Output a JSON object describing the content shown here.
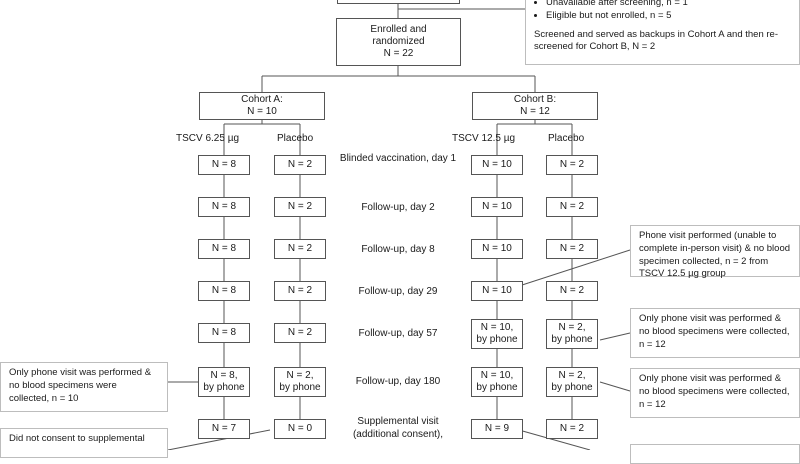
{
  "screening_exclusions": {
    "items": [
      "Unavailable after screening, n = 1",
      "Eligible but not enrolled, n = 5"
    ],
    "note": "Screened and served as backups in Cohort A and then re-screened for Cohort B, N = 2"
  },
  "enrolled": {
    "label": "Enrolled and randomized",
    "n": "N = 22"
  },
  "cohort_a": {
    "label": "Cohort A:",
    "n": "N = 10",
    "arms": {
      "active": "TSCV 6.25 µg",
      "placebo": "Placebo"
    },
    "active_counts": [
      "N = 8",
      "N = 8",
      "N = 8",
      "N = 8",
      "N = 8",
      "N = 8,",
      "N = 7"
    ],
    "placebo_counts": [
      "N = 2",
      "N = 2",
      "N = 2",
      "N = 2",
      "N = 2",
      "N = 2,",
      "N = 0"
    ],
    "by_phone": "by phone"
  },
  "cohort_b": {
    "label": "Cohort B:",
    "n": "N = 12",
    "arms": {
      "active": "TSCV 12.5 µg",
      "placebo": "Placebo"
    },
    "active_counts": [
      "N = 10",
      "N = 10",
      "N = 10",
      "N = 10",
      "N = 10,",
      "N = 10,",
      "N = 9"
    ],
    "placebo_counts": [
      "N = 2",
      "N = 2",
      "N = 2",
      "N = 2",
      "N = 2,",
      "N = 2,",
      "N = 2"
    ],
    "by_phone": "by phone"
  },
  "timepoints": [
    "Blinded vaccination, day 1",
    "Follow-up, day 2",
    "Follow-up, day 8",
    "Follow-up, day 29",
    "Follow-up, day 57",
    "Follow-up, day 180",
    "Supplemental visit (additional consent),"
  ],
  "side_notes": {
    "phone_day29_b": "Phone visit performed (unable to complete in-person visit) & no blood specimen collected, n = 2 from TSCV 12.5 µg group",
    "phone_day57_b": "Only phone visit was performed & no blood specimens were collected, n = 12",
    "phone_day180_a": "Only phone visit was performed & no blood specimens were collected, n = 10",
    "phone_day180_b": "Only phone visit was performed & no blood specimens were collected, n = 12",
    "no_consent_a": "Did not consent to supplemental"
  }
}
